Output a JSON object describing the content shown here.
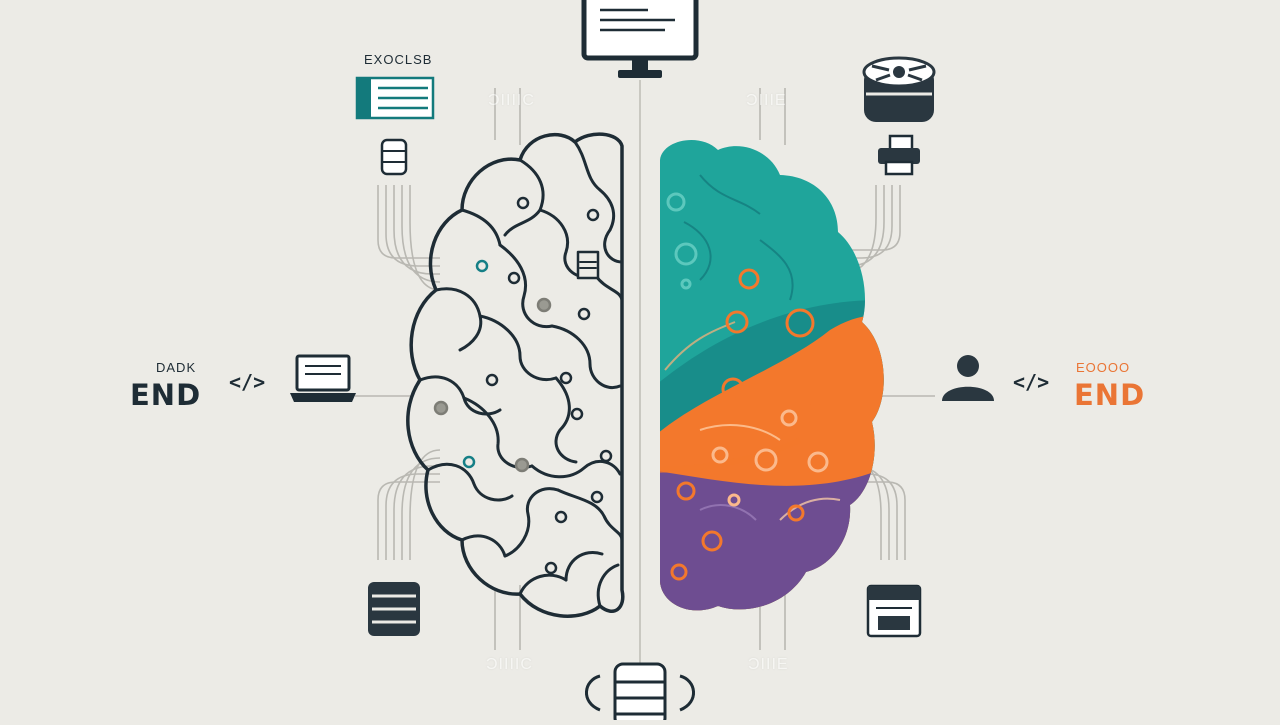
{
  "colors": {
    "background": "#ecebe6",
    "outline": "#1e2c35",
    "teal": "#1fa59b",
    "teal_dark": "#137a7c",
    "orange": "#f3782c",
    "purple": "#6e4d91",
    "accent_teal": "#157f86",
    "frontend_text": "#ea7535"
  },
  "backend": {
    "title_top": "DADK",
    "title_bottom": "END",
    "code_tag": "</>",
    "icon_label": "EXOCLSB"
  },
  "frontend": {
    "title_top": "ЕОООО",
    "title_bottom": "END",
    "code_tag": "</>"
  },
  "faded_labels": [
    "ƆIIIIC",
    "ƆIIIIC",
    "ƆIIIE",
    "ƆIIIE"
  ],
  "icons": [
    "monitor-icon",
    "document-icon",
    "database-icon",
    "laptop-icon",
    "server-icon",
    "cloud-drive-icon",
    "printer-icon",
    "user-icon",
    "filing-icon"
  ]
}
